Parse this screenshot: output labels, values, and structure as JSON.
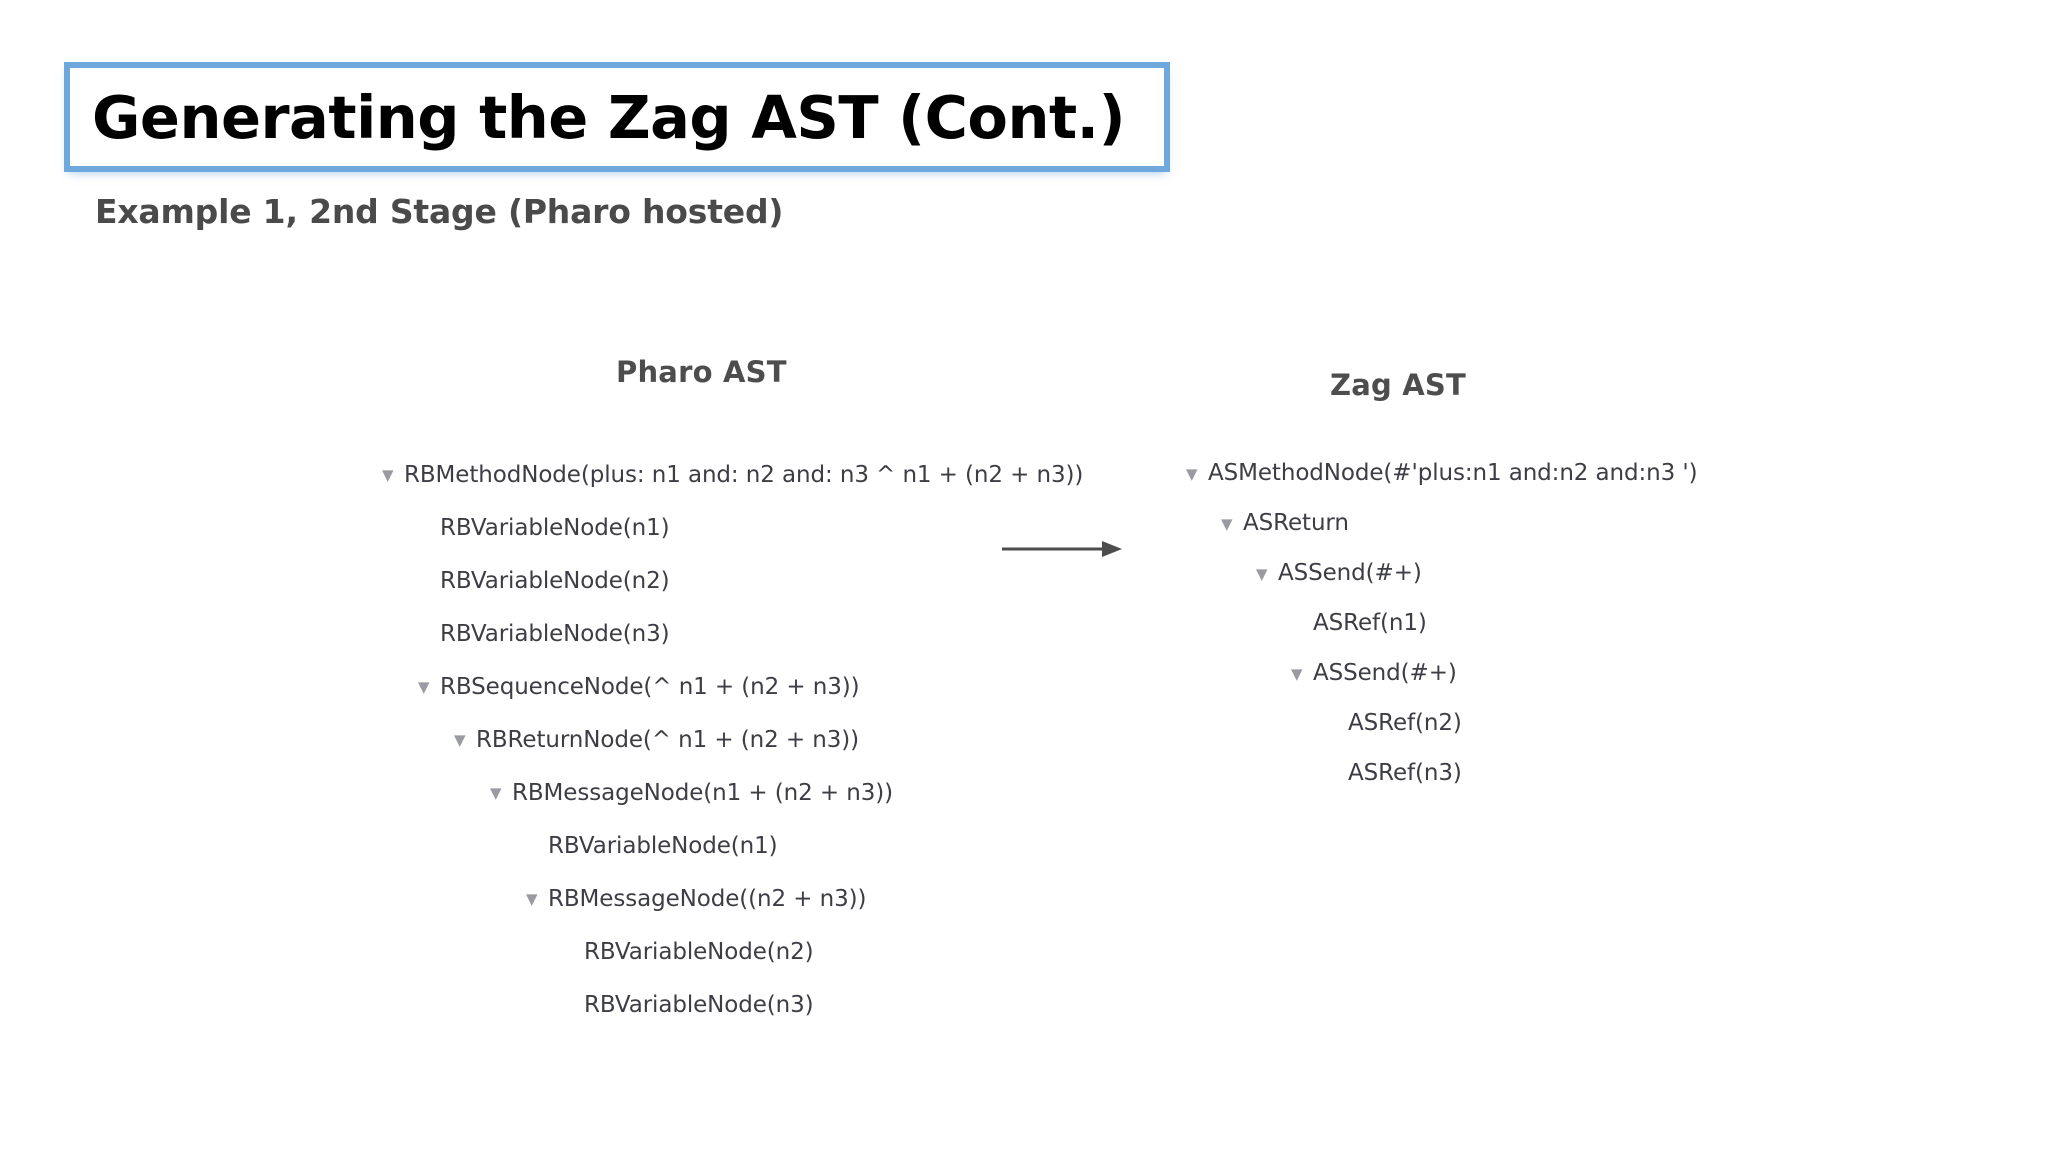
{
  "slide": {
    "title": "Generating the Zag AST (Cont.)",
    "subtitle": "Example 1, 2nd Stage (Pharo hosted)",
    "title_border_color": "#6fa8dc",
    "subtitle_color": "#4a4a4a",
    "background_color": "#ffffff"
  },
  "columns": {
    "left_heading": "Pharo AST",
    "right_heading": "Zag AST"
  },
  "arrow": {
    "name": "transform-arrow",
    "direction": "right",
    "color": "#4d4d4d"
  },
  "pharo_tree": {
    "heading": "Pharo AST",
    "nodes": [
      {
        "depth": 0,
        "expander": "▼",
        "label": "RBMethodNode(plus: n1 and: n2 and: n3  ^ n1 + (n2 + n3))"
      },
      {
        "depth": 1,
        "expander": "",
        "label": "RBVariableNode(n1)"
      },
      {
        "depth": 1,
        "expander": "",
        "label": "RBVariableNode(n2)"
      },
      {
        "depth": 1,
        "expander": "",
        "label": "RBVariableNode(n3)"
      },
      {
        "depth": 1,
        "expander": "▼",
        "label": "RBSequenceNode(^ n1 + (n2 + n3))"
      },
      {
        "depth": 2,
        "expander": "▼",
        "label": "RBReturnNode(^ n1 + (n2 + n3))"
      },
      {
        "depth": 3,
        "expander": "▼",
        "label": "RBMessageNode(n1 + (n2 + n3))"
      },
      {
        "depth": 4,
        "expander": "",
        "label": "RBVariableNode(n1)"
      },
      {
        "depth": 4,
        "expander": "▼",
        "label": "RBMessageNode((n2 + n3))"
      },
      {
        "depth": 5,
        "expander": "",
        "label": "RBVariableNode(n2)"
      },
      {
        "depth": 5,
        "expander": "",
        "label": "RBVariableNode(n3)"
      }
    ]
  },
  "zag_tree": {
    "heading": "Zag AST",
    "nodes": [
      {
        "depth": 0,
        "expander": "▼",
        "label": "ASMethodNode(#'plus:n1 and:n2 and:n3 ')"
      },
      {
        "depth": 1,
        "expander": "▼",
        "label": "ASReturn"
      },
      {
        "depth": 2,
        "expander": "▼",
        "label": "ASSend(#+)"
      },
      {
        "depth": 3,
        "expander": "",
        "label": "ASRef(n1)"
      },
      {
        "depth": 3,
        "expander": "▼",
        "label": "ASSend(#+)"
      },
      {
        "depth": 4,
        "expander": "",
        "label": "ASRef(n2)"
      },
      {
        "depth": 4,
        "expander": "",
        "label": "ASRef(n3)"
      }
    ]
  }
}
